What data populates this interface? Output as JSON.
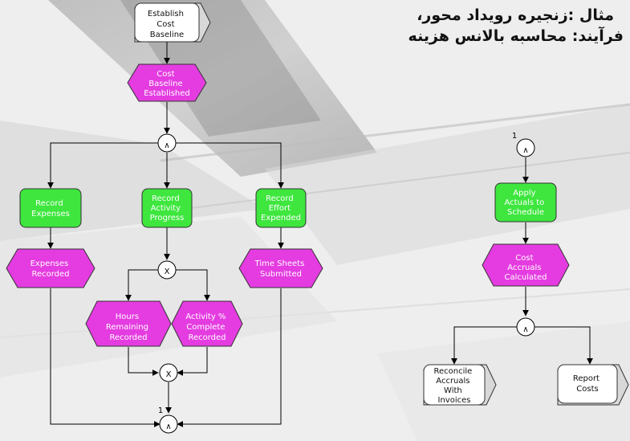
{
  "title": {
    "line1": "مثال :زنجیره رویداد محور،",
    "line2": "فرآیند: محاسبه بالانس هزینه"
  },
  "colors": {
    "event": "#e43ce0",
    "function": "#3ee63e",
    "interface": "#ffffff",
    "line": "#000000"
  },
  "nodes": {
    "establish_cost_baseline": [
      "Establish",
      "Cost",
      "Baseline"
    ],
    "cost_baseline_established": [
      "Cost",
      "Baseline",
      "Established"
    ],
    "record_expenses": [
      "Record",
      "Expenses"
    ],
    "record_activity_progress": [
      "Record",
      "Activity",
      "Progress"
    ],
    "record_effort_expended": [
      "Record",
      "Effort",
      "Expended"
    ],
    "expenses_recorded": [
      "Expenses",
      "Recorded"
    ],
    "time_sheets_submitted": [
      "Time Sheets",
      "Submitted"
    ],
    "hours_remaining_recorded": [
      "Hours",
      "Remaining",
      "Recorded"
    ],
    "activity_complete_recorded": [
      "Activity %",
      "Complete",
      "Recorded"
    ],
    "apply_actuals_to_schedule": [
      "Apply",
      "Actuals to",
      "Schedule"
    ],
    "cost_accruals_calculated": [
      "Cost",
      "Accruals",
      "Calculated"
    ],
    "reconcile_accruals_with_invoices": [
      "Reconcile",
      "Accruals",
      "With",
      "Invoices"
    ],
    "report_costs": [
      "Report",
      "Costs"
    ]
  },
  "connectors": {
    "and_symbol": "∧",
    "xor_symbol": "X",
    "left_chain_label": "1",
    "right_chain_label": "1"
  }
}
